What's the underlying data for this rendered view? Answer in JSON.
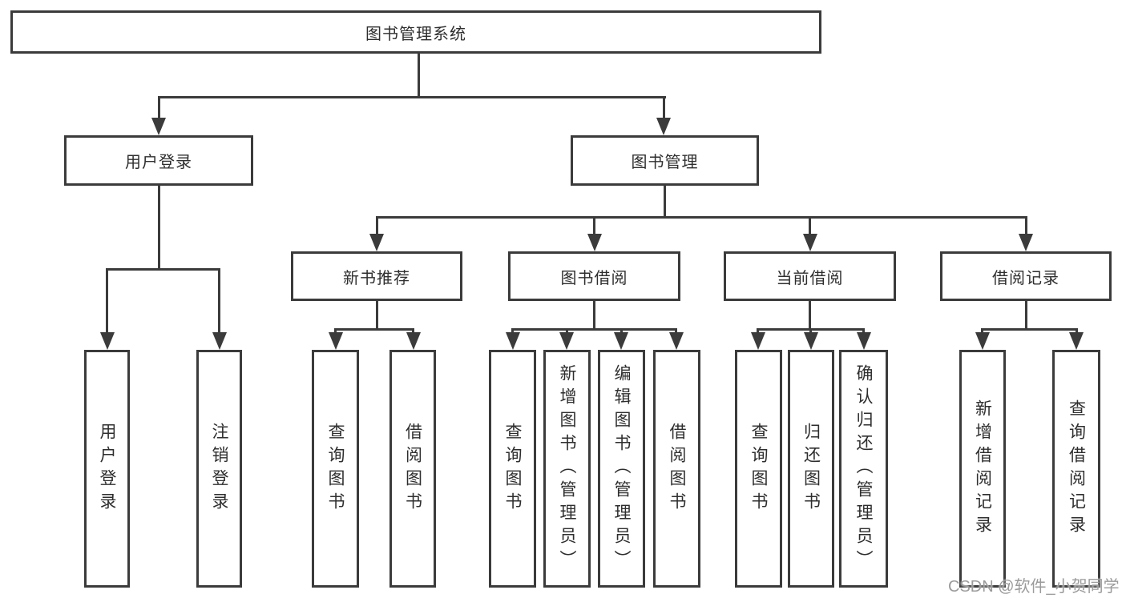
{
  "diagram": {
    "root": {
      "label": "图书管理系统"
    },
    "level2": [
      {
        "label": "用户登录"
      },
      {
        "label": "图书管理"
      }
    ],
    "level3": [
      {
        "label": "新书推荐"
      },
      {
        "label": "图书借阅"
      },
      {
        "label": "当前借阅"
      },
      {
        "label": "借阅记录"
      }
    ],
    "leaves": {
      "user_login": [
        "用户登录",
        "注销登录"
      ],
      "new_book": [
        "查询图书",
        "借阅图书"
      ],
      "book_borrow": [
        "查询图书",
        "新增图书（管理员）",
        "编辑图书（管理员）",
        "借阅图书"
      ],
      "current_borrow": [
        "查询图书",
        "归还图书",
        "确认归还（管理员）"
      ],
      "borrow_record": [
        "新增借阅记录",
        "查询借阅记录"
      ]
    }
  },
  "watermark": {
    "text": "CSDN @软件_小贺同学"
  },
  "colors": {
    "line": "#3b3b3b",
    "text": "#2e2e2e",
    "watermark": "#9b9b9b",
    "background": "#ffffff"
  }
}
